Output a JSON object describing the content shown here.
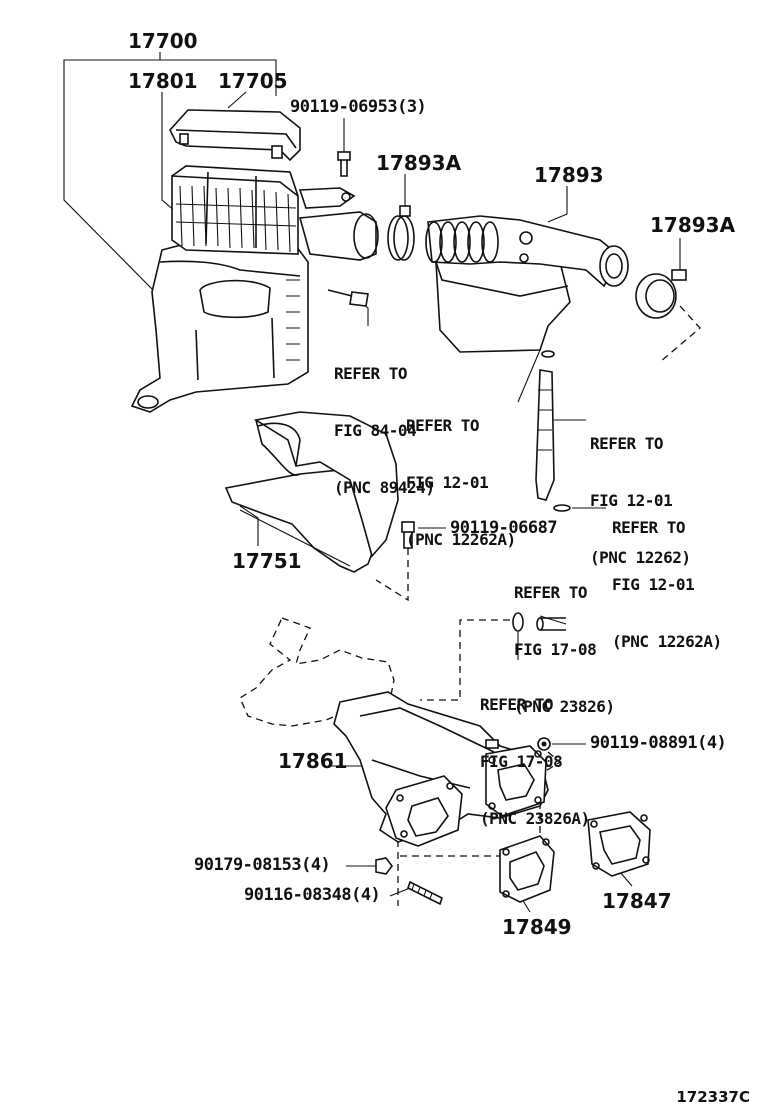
{
  "labels": {
    "p17700": "17700",
    "p17801": "17801",
    "p17705": "17705",
    "p90119_06953": "90119-06953(3)",
    "p17893a_left": "17893A",
    "p17893": "17893",
    "p17893a_right": "17893A",
    "p17751": "17751",
    "p90119_06687": "90119-06687",
    "p17861": "17861",
    "p90119_08891": "90119-08891(4)",
    "p90179_08153": "90179-08153(4)",
    "p90116_08348": "90116-08348(4)",
    "p17849": "17849",
    "p17847": "17847"
  },
  "references": {
    "fig84_04": [
      "REFER TO",
      "FIG 84-04",
      "(PNC 89424)"
    ],
    "fig12_01_a": [
      "REFER TO",
      "FIG 12-01",
      "(PNC 12262A)"
    ],
    "fig12_01_b": [
      "REFER TO",
      "FIG 12-01",
      "(PNC 12262)"
    ],
    "fig12_01_c": [
      "REFER TO",
      "FIG 12-01",
      "(PNC 12262A)"
    ],
    "fig17_08_a": [
      "REFER TO",
      "FIG 17-08",
      "(PNC 23826)"
    ],
    "fig17_08_b": [
      "REFER TO",
      "FIG 17-08",
      "(PNC 23826A)"
    ]
  },
  "figure_code": "172337C"
}
